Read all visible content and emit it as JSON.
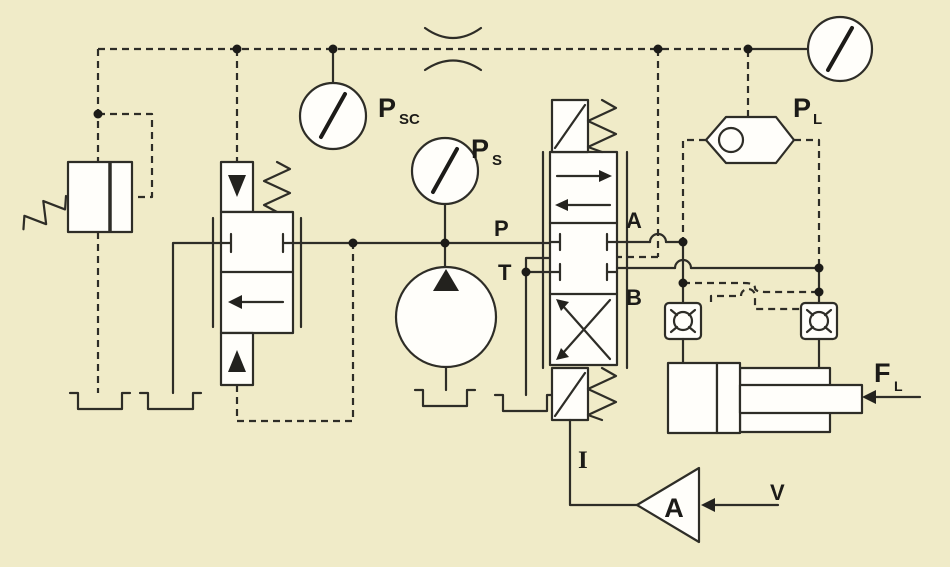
{
  "diagram_type": "hydraulic-load-sensing-circuit-schematic",
  "colors": {
    "background": "#f0ebc8",
    "line": "#2e2d27",
    "symbol_fill": "#fffefa",
    "text": "#1c1b18"
  },
  "labels": {
    "gauge_psc": {
      "base": "P",
      "sub": "SC"
    },
    "gauge_ps": {
      "base": "P",
      "sub": "S"
    },
    "gauge_pl": {
      "base": "P",
      "sub": "L"
    },
    "port_p": "P",
    "port_t": "T",
    "port_a": "A",
    "port_b": "B",
    "current_signal": "I",
    "voltage_signal": "V",
    "amplifier": "A",
    "load_force": {
      "base": "F",
      "sub": "L"
    }
  },
  "components": [
    "pilot-relief-valve-icon",
    "pressure-compensator-valve-icon",
    "orifice-restrictor-icon",
    "pressure-gauge-icon",
    "fixed-displacement-pump-icon",
    "tank-icon",
    "proportional-4-3-valve-icon",
    "solenoid-icon",
    "spring-icon",
    "shuttle-valve-icon",
    "pilot-operated-check-valve-icon",
    "double-acting-cylinder-icon",
    "amplifier-icon"
  ]
}
